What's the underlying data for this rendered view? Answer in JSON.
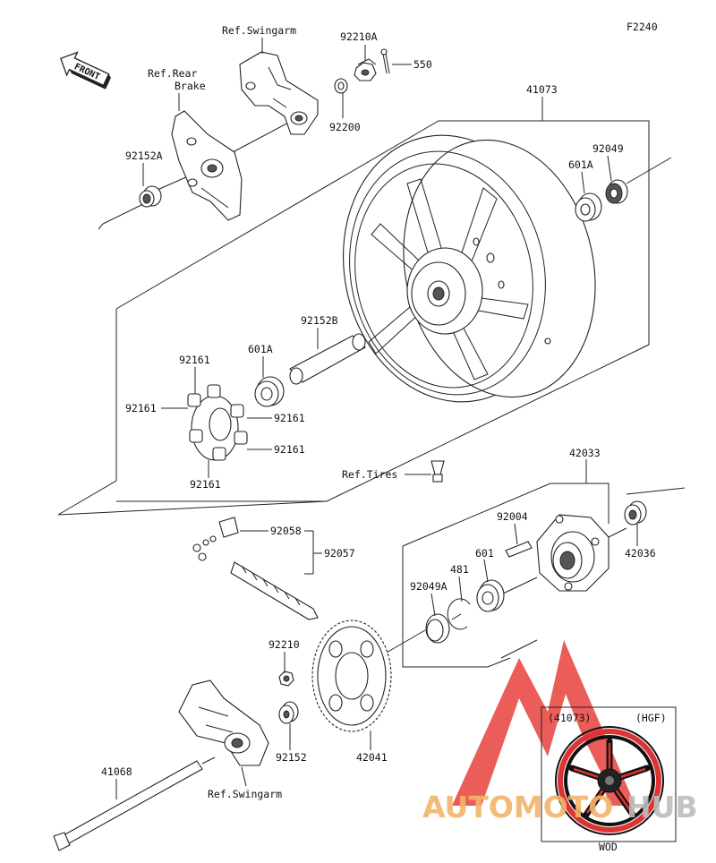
{
  "figure_code": "F2240",
  "front_label": "FRONT",
  "part_labels": [
    {
      "id": "ref-swingarm-top",
      "text": "Ref.Swingarm"
    },
    {
      "id": "p92210A",
      "text": "92210A"
    },
    {
      "id": "p550",
      "text": "550"
    },
    {
      "id": "ref-rear-brake-1",
      "text": "Ref.Rear"
    },
    {
      "id": "ref-rear-brake-2",
      "text": "Brake"
    },
    {
      "id": "p92200",
      "text": "92200"
    },
    {
      "id": "p41073",
      "text": "41073"
    },
    {
      "id": "p92152A",
      "text": "92152A"
    },
    {
      "id": "p601A-r",
      "text": "601A"
    },
    {
      "id": "p92049",
      "text": "92049"
    },
    {
      "id": "p92152B",
      "text": "92152B"
    },
    {
      "id": "p601A-l",
      "text": "601A"
    },
    {
      "id": "p92161-a",
      "text": "92161"
    },
    {
      "id": "p92161-b",
      "text": "92161"
    },
    {
      "id": "p92161-c",
      "text": "92161"
    },
    {
      "id": "p92161-d",
      "text": "92161"
    },
    {
      "id": "p92161-e",
      "text": "92161"
    },
    {
      "id": "ref-tires",
      "text": "Ref.Tires"
    },
    {
      "id": "p42033",
      "text": "42033"
    },
    {
      "id": "p92004",
      "text": "92004"
    },
    {
      "id": "p42036",
      "text": "42036"
    },
    {
      "id": "p92058",
      "text": "92058"
    },
    {
      "id": "p92057",
      "text": "92057"
    },
    {
      "id": "p481",
      "text": "481"
    },
    {
      "id": "p601",
      "text": "601"
    },
    {
      "id": "p92049A",
      "text": "92049A"
    },
    {
      "id": "p92210",
      "text": "92210"
    },
    {
      "id": "p92152",
      "text": "92152"
    },
    {
      "id": "p42041",
      "text": "42041"
    },
    {
      "id": "p41068",
      "text": "41068"
    },
    {
      "id": "ref-swingarm-bottom",
      "text": "Ref.Swingarm"
    }
  ],
  "inset": {
    "part_number": "(41073)",
    "color_code": "(HGF)",
    "variant": "WOD"
  },
  "watermark": {
    "text_part1": "AUTOMOTO",
    "text_part2": "HUB",
    "color1": "#f2b36a",
    "color2": "#bdbdbd",
    "logo_color": "#e7413c"
  }
}
